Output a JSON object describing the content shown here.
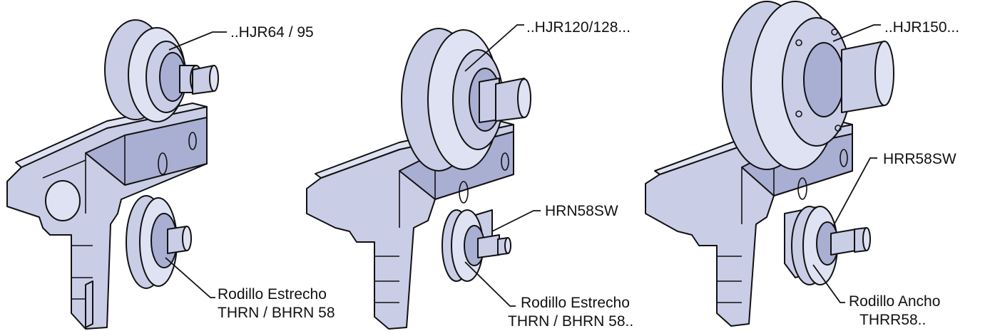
{
  "assemblies": [
    {
      "id": "left",
      "top_label": "..HJR64 / 95",
      "bottom_label_line1": "Rodillo Estrecho",
      "bottom_label_line2": "THRN / BHRN 58"
    },
    {
      "id": "middle",
      "top_label": "..HJR120/128...",
      "side_label": "HRN58SW",
      "bottom_label_line1": "Rodillo Estrecho",
      "bottom_label_line2": "THRN / BHRN 58.."
    },
    {
      "id": "right",
      "top_label": "..HJR150...",
      "side_label": "HRR58SW",
      "bottom_label_line1": "Rodillo Ancho",
      "bottom_label_line2": "THRR58.."
    }
  ]
}
